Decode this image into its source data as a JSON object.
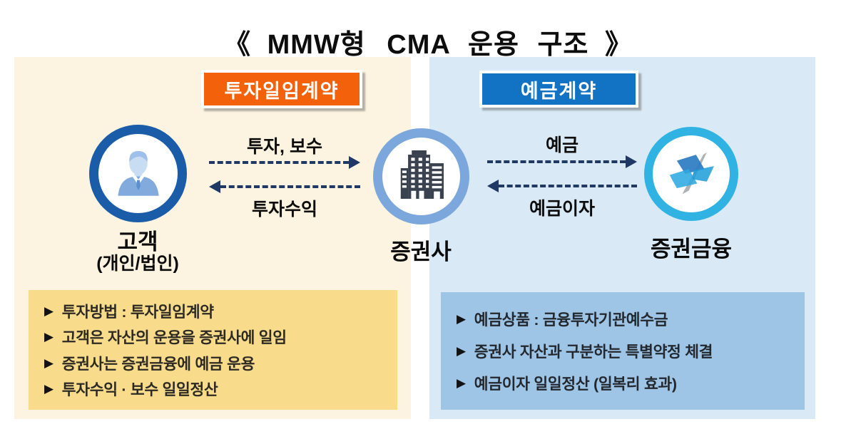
{
  "title": {
    "bracket_open": "《",
    "underlined": "MMW형",
    "rest": "CMA 운용 구조",
    "bracket_close": "》"
  },
  "glyphs": {
    "bullet": "▶"
  },
  "colors": {
    "panel-left": "#FCF4E1",
    "panel-right": "#D9E9F5",
    "box-yellow": "#F8DB8B",
    "box-blue": "#9EC4E6",
    "badge-orange": "#F3610B",
    "badge-blue": "#1273C4",
    "navy": "#1F3864",
    "ring-customer": "#1A5CA8",
    "ring-securities": "#7CA7DC",
    "ring-ksfc": "#30B2E3",
    "squiggle": "#D9972F"
  },
  "icons": {
    "customer": "person-icon",
    "securities": "building-icon",
    "ksfc": "swoosh-logo-icon"
  },
  "left_panel": {
    "badge": "투자일임계약",
    "entity": {
      "name": "고객",
      "subtitle": "(개인/법인)"
    },
    "arrow_top_label": "투자, 보수",
    "arrow_bottom_label": "투자수익",
    "notes": [
      "투자방법 : 투자일임계약",
      "고객은 자산의 운용을 증권사에 일임",
      "증권사는 증권금융에 예금 운용",
      "투자수익 · 보수 일일정산"
    ]
  },
  "center_entity": {
    "name": "증권사"
  },
  "right_panel": {
    "badge": "예금계약",
    "entity": {
      "name": "증권금융"
    },
    "arrow_top_label": "예금",
    "arrow_bottom_label": "예금이자",
    "notes": [
      "예금상품 : 금융투자기관예수금",
      "증권사 자산과 구분하는 특별약정 체결",
      "예금이자 일일정산 (일복리 효과)"
    ]
  }
}
